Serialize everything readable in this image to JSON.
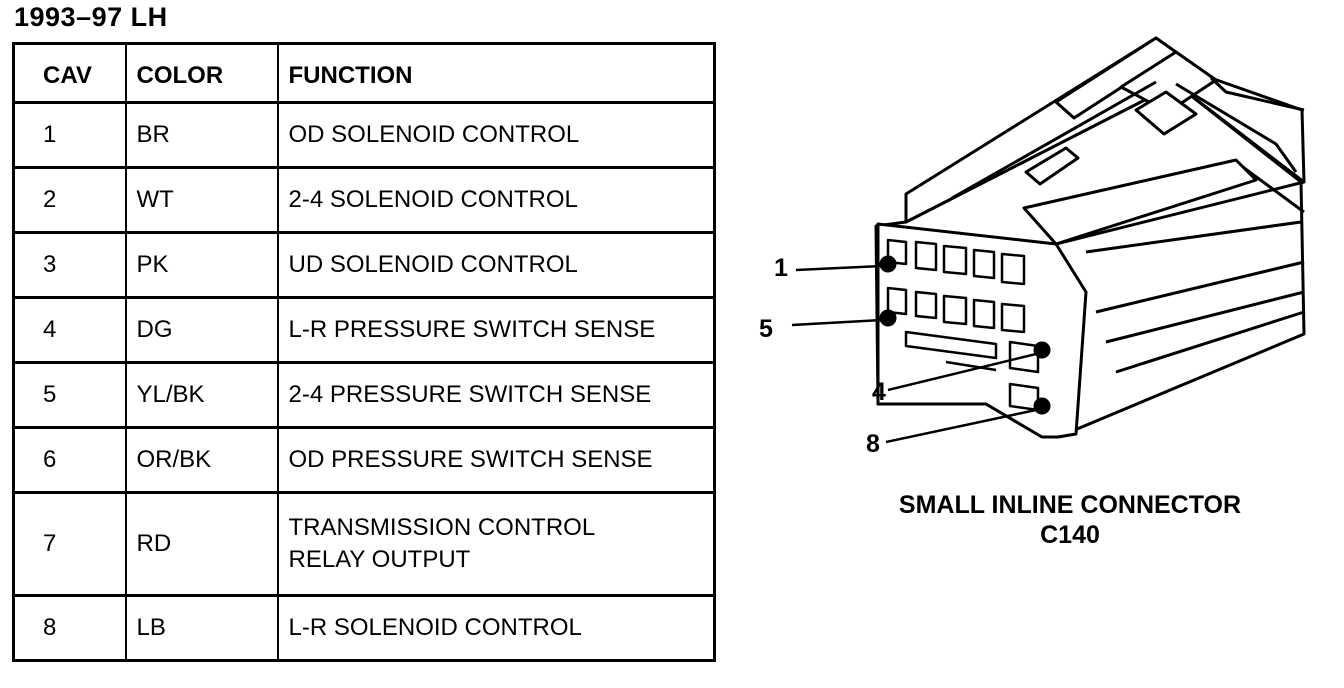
{
  "heading": "1993–97 LH",
  "table": {
    "headers": {
      "cav": "CAV",
      "color": "COLOR",
      "function": "FUNCTION"
    },
    "rows": [
      {
        "cav": "1",
        "color": "BR",
        "function": "OD SOLENOID CONTROL"
      },
      {
        "cav": "2",
        "color": "WT",
        "function": "2-4 SOLENOID CONTROL"
      },
      {
        "cav": "3",
        "color": "PK",
        "function": "UD SOLENOID CONTROL"
      },
      {
        "cav": "4",
        "color": "DG",
        "function": "L-R PRESSURE SWITCH SENSE"
      },
      {
        "cav": "5",
        "color": "YL/BK",
        "function": "2-4 PRESSURE SWITCH SENSE"
      },
      {
        "cav": "6",
        "color": "OR/BK",
        "function": "OD PRESSURE SWITCH SENSE"
      },
      {
        "cav": "7",
        "color": "RD",
        "function": "TRANSMISSION CONTROL",
        "function_line2": "RELAY OUTPUT"
      },
      {
        "cav": "8",
        "color": "LB",
        "function": "L-R SOLENOID CONTROL"
      }
    ]
  },
  "connector": {
    "pin_labels": {
      "p1": "1",
      "p5": "5",
      "p4": "4",
      "p8": "8"
    },
    "caption_line1": "SMALL INLINE CONNECTOR",
    "caption_line2": "C140"
  }
}
